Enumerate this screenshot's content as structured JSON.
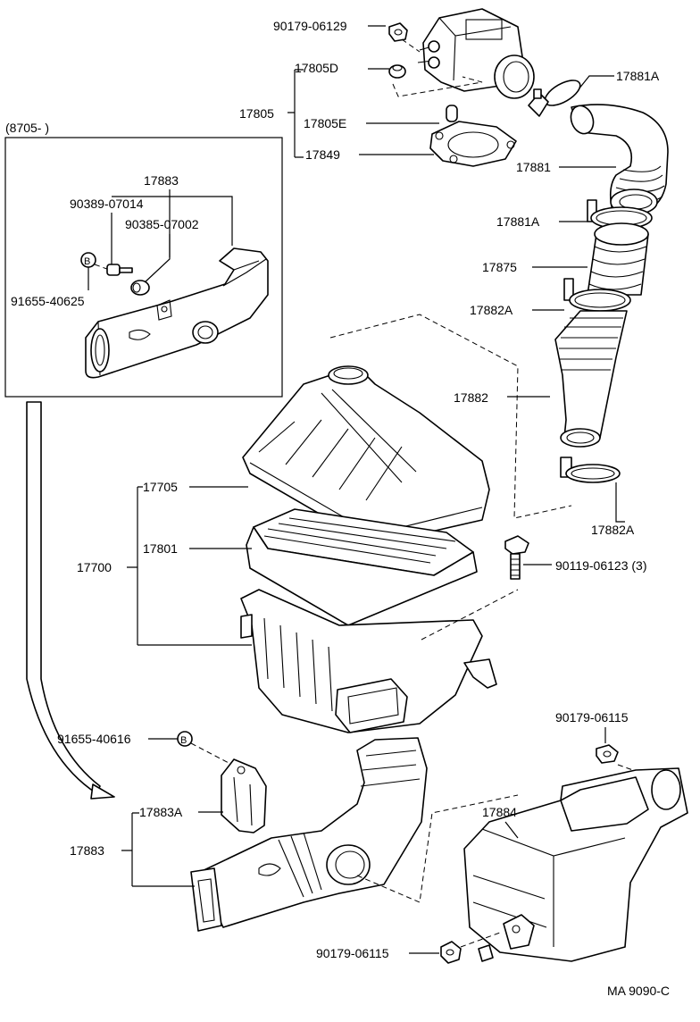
{
  "inset": {
    "range_label": "(8705-          )",
    "labels": {
      "p17883": "17883",
      "p90389": "90389-07014",
      "p90385": "90385-07002",
      "p91655_40625": "91655-40625",
      "b_marker": "B"
    }
  },
  "labels": {
    "p90179_06129": "90179-06129",
    "p17805D": "17805D",
    "p17805": "17805",
    "p17805E": "17805E",
    "p17849": "17849",
    "p17881A_top": "17881A",
    "p17881": "17881",
    "p17881A_mid": "17881A",
    "p17875": "17875",
    "p17882A_upper": "17882A",
    "p17882": "17882",
    "p17882A_lower": "17882A",
    "p17705": "17705",
    "p17700": "17700",
    "p17801": "17801",
    "p90119": "90119-06123 (3)",
    "p90179_06115_top": "90179-06115",
    "p91655_40616": "91655-40616",
    "b_marker_main": "B",
    "p17883A": "17883A",
    "p17884": "17884",
    "p17883_main": "17883",
    "p90179_06115_bottom": "90179-06115"
  },
  "footer": {
    "code": "MA 9090-C"
  }
}
